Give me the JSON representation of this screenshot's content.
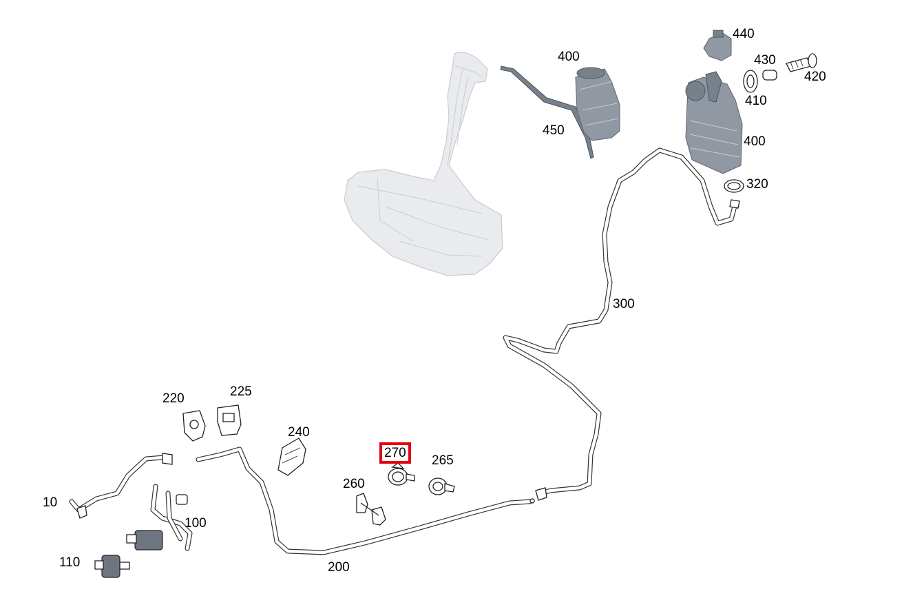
{
  "labels": {
    "p440": "440",
    "p430": "430",
    "p420": "420",
    "p410": "410",
    "p400_top": "400",
    "p400_right": "400",
    "p450": "450",
    "p320": "320",
    "p300": "300",
    "p220": "220",
    "p225": "225",
    "p240": "240",
    "p270": "270",
    "p265": "265",
    "p260": "260",
    "p10": "10",
    "p100": "100",
    "p110": "110",
    "p200": "200"
  },
  "highlight": {
    "label": "270",
    "color": "#e3000f"
  }
}
